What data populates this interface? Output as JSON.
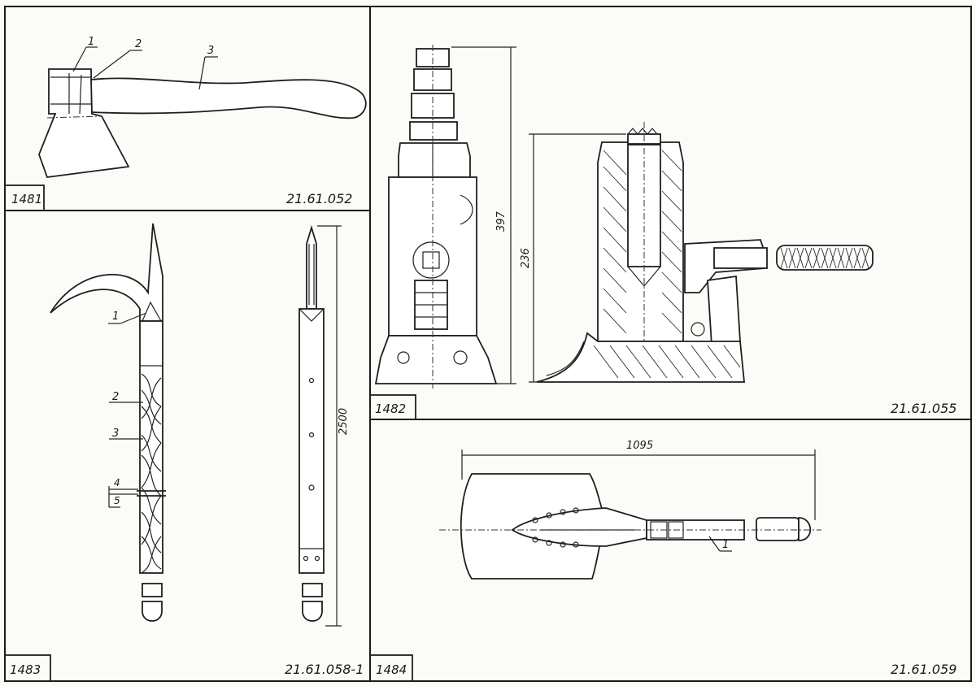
{
  "panels": [
    {
      "number": "1481",
      "code": "21.61.052",
      "callouts": [
        "1",
        "2",
        "3"
      ]
    },
    {
      "number": "1482",
      "code": "21.61.055",
      "dimensions": [
        "397",
        "236"
      ]
    },
    {
      "number": "1483",
      "code": "21.61.058-1",
      "callouts": [
        "1",
        "2",
        "3",
        "4",
        "5"
      ],
      "dimensions": [
        "2500"
      ]
    },
    {
      "number": "1484",
      "code": "21.61.059",
      "callouts": [
        "1"
      ],
      "dimensions": [
        "1095"
      ]
    }
  ],
  "colors": {
    "paper": "#fbfbf7",
    "ink": "#1a1a1a"
  }
}
